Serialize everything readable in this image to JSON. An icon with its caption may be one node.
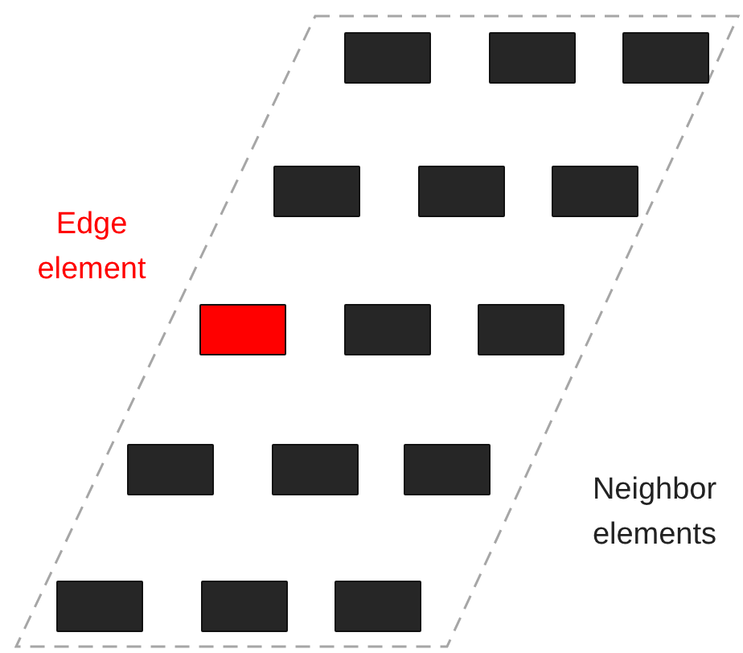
{
  "diagram": {
    "nodes": [
      {
        "text": [],
        "shape": "parallelogram"
      },
      {
        "text": [],
        "shape": "box",
        "in": 0
      },
      {
        "text": [],
        "shape": "box",
        "in": 0
      },
      {
        "text": [],
        "shape": "box",
        "in": 0
      },
      {
        "text": [],
        "shape": "box",
        "in": 0
      },
      {
        "text": [],
        "shape": "box",
        "in": 0
      },
      {
        "text": [],
        "shape": "box",
        "in": 0
      },
      {
        "text": [],
        "shape": "box",
        "in": 0
      },
      {
        "text": [],
        "shape": "box",
        "in": 0
      },
      {
        "text": [],
        "shape": "box",
        "in": 0
      },
      {
        "text": [],
        "shape": "box",
        "in": 0
      },
      {
        "text": [],
        "shape": "box",
        "in": 0
      },
      {
        "text": [],
        "shape": "box",
        "in": 0
      },
      {
        "text": [],
        "shape": "box",
        "in": 0
      },
      {
        "text": [],
        "shape": "box",
        "in": 0
      },
      {
        "text": [],
        "shape": "box",
        "in": 0
      }
    ],
    "labels": [
      "Edge element",
      "Neighbor elements"
    ]
  }
}
